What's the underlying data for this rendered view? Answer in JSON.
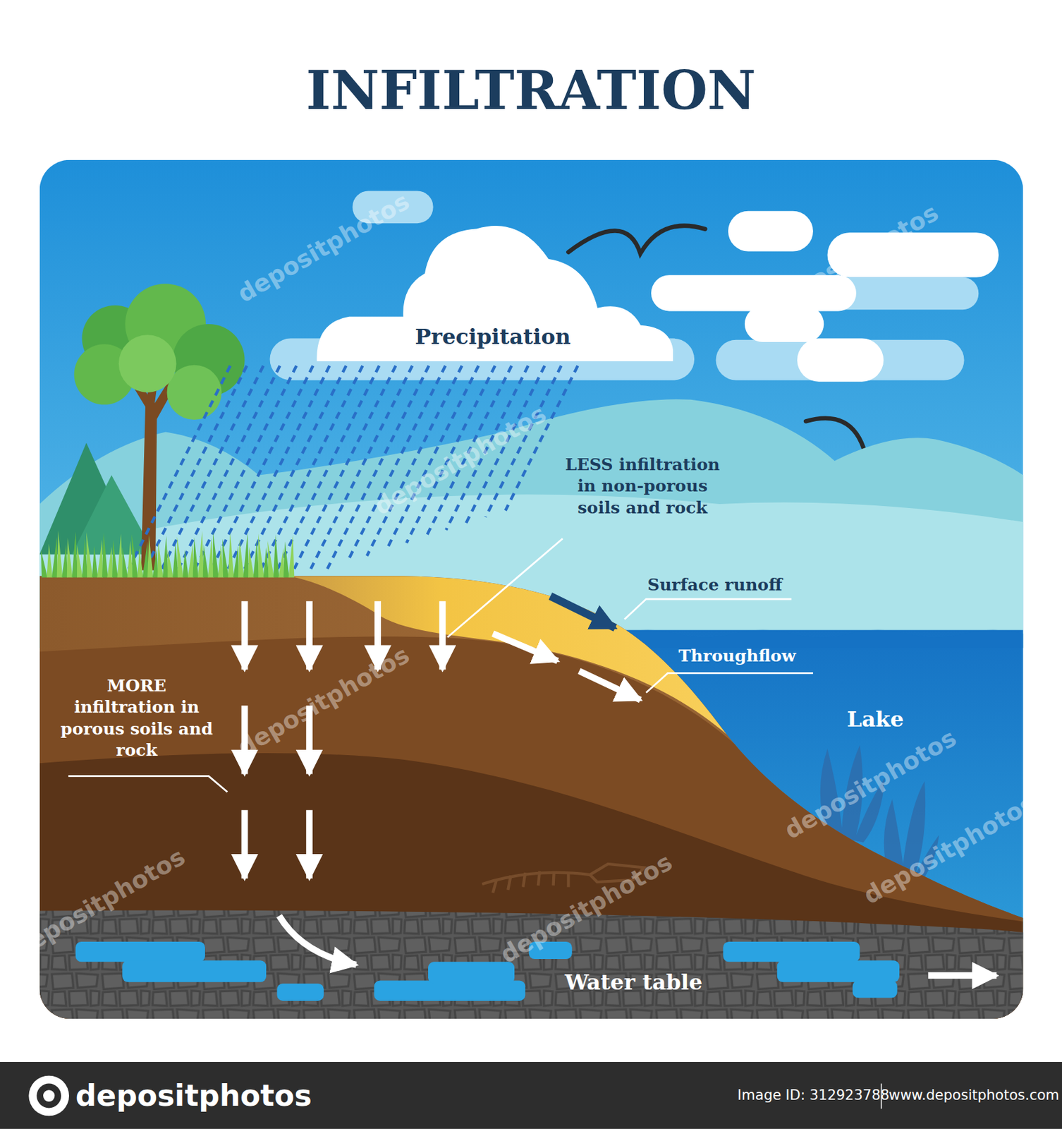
{
  "diagram": {
    "title": "INFILTRATION",
    "nodes": [
      {
        "text": [
          "Precipitation"
        ]
      }
    ],
    "labels": [
      "LESS infiltration in non-porous soils and rock",
      "Surface runoff",
      "Throughflow",
      "MORE infiltration in porous soils and rock",
      "Lake",
      "Water table",
      "depositphotos",
      "depositphotos",
      "depositphotos",
      "depositphotos",
      "depositphotos",
      "depositphotos",
      "depositphotos",
      "depositphotos",
      "depositphotos",
      "Image ID: 312923788",
      "www.depositphotos.com"
    ]
  }
}
